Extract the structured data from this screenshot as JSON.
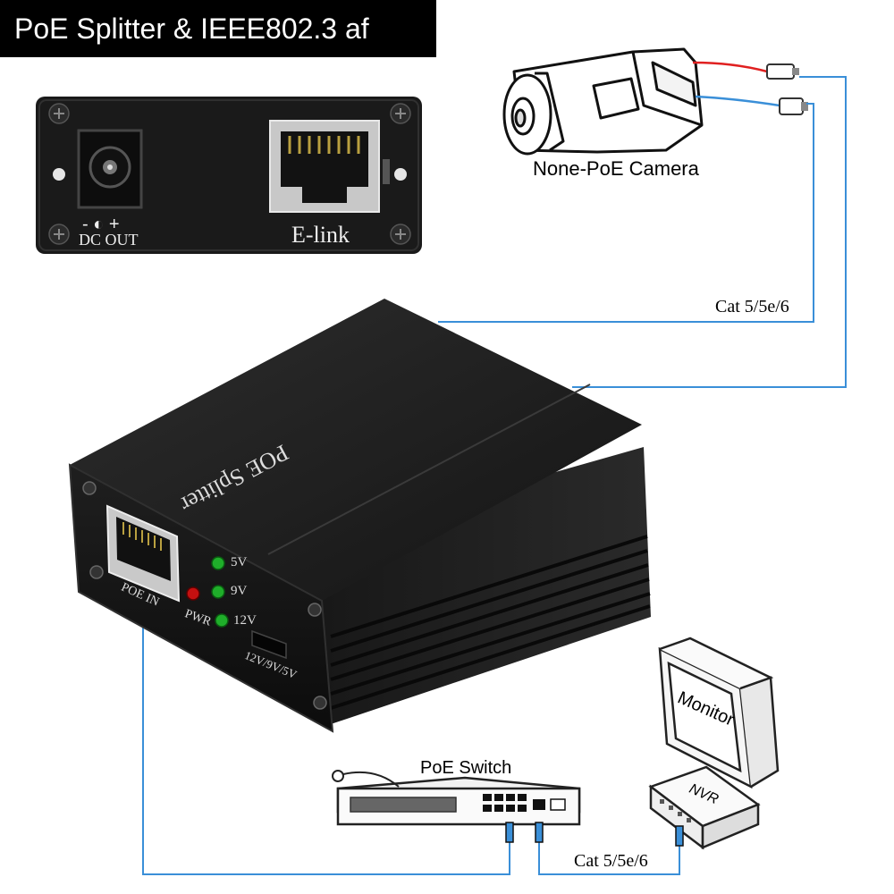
{
  "title": "PoE Splitter & IEEE802.3 af",
  "rear_panel": {
    "dc_polarity": "- ◐ +",
    "dc_out_label": "DC OUT",
    "port_label": "E-link"
  },
  "camera": {
    "label": "None-PoE Camera"
  },
  "cable_top_label": "Cat 5/5e/6",
  "splitter": {
    "brand": "POE Splitter",
    "led_5v": "5V",
    "led_9v": "9V",
    "led_12v": "12V",
    "pwr_label": "PWR",
    "port_in_label": "POE  IN",
    "switch_label": "12V/9V/5V"
  },
  "poe_switch": {
    "label": "PoE Switch"
  },
  "monitor": {
    "label": "Monitor"
  },
  "nvr": {
    "label": "NVR"
  },
  "cable_bottom_label": "Cat 5/5e/6",
  "colors": {
    "cable": "#3a8fd8",
    "power_wire": "#e02020",
    "led_green": "#1fae2a",
    "led_red": "#c41010",
    "housing": "#1b1b1b"
  }
}
